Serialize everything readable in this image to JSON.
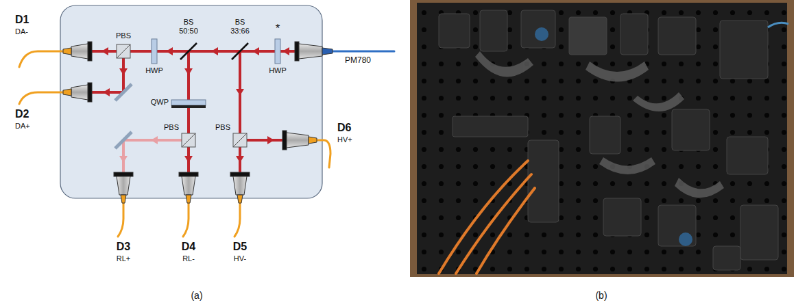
{
  "diagram": {
    "labels": [
      "D1",
      "DA-",
      "PBS",
      "BS 50:50",
      "BS 33:66",
      "*",
      "HWP",
      "HWP",
      "PBS",
      "QWP",
      "PBS",
      "PM780",
      "D6",
      "HV+",
      "D2",
      "DA+",
      "D3",
      "RL+",
      "D4",
      "RL-",
      "D5",
      "HV-",
      "(a)",
      "(b)"
    ]
  }
}
